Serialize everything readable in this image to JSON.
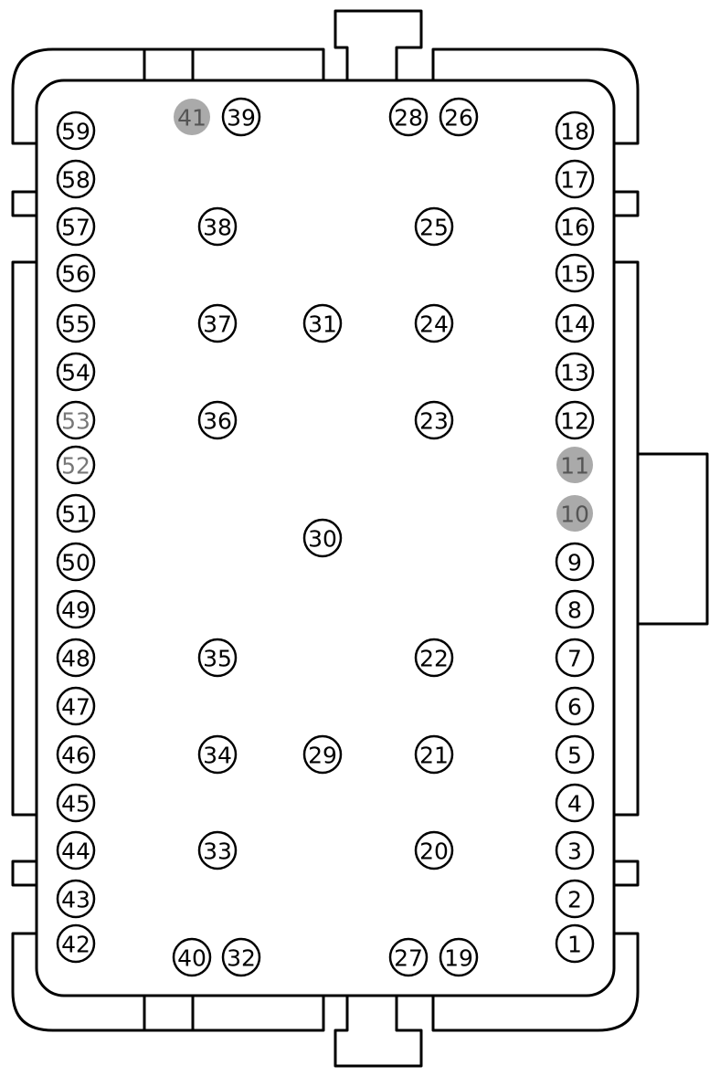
{
  "diagram": {
    "colors": {
      "outline": "#000000",
      "pin_fill": "#ffffff",
      "pin_text": "#000000",
      "unused_fill": "#aaaaaa",
      "unused_text": "#555555",
      "faded_text": "#777777"
    },
    "pins": [
      {
        "label": "1",
        "state": "normal"
      },
      {
        "label": "2",
        "state": "normal"
      },
      {
        "label": "3",
        "state": "normal"
      },
      {
        "label": "4",
        "state": "normal"
      },
      {
        "label": "5",
        "state": "normal"
      },
      {
        "label": "6",
        "state": "normal"
      },
      {
        "label": "7",
        "state": "normal"
      },
      {
        "label": "8",
        "state": "normal"
      },
      {
        "label": "9",
        "state": "normal"
      },
      {
        "label": "10",
        "state": "unused"
      },
      {
        "label": "11",
        "state": "unused"
      },
      {
        "label": "12",
        "state": "normal"
      },
      {
        "label": "13",
        "state": "normal"
      },
      {
        "label": "14",
        "state": "normal"
      },
      {
        "label": "15",
        "state": "normal"
      },
      {
        "label": "16",
        "state": "normal"
      },
      {
        "label": "17",
        "state": "normal"
      },
      {
        "label": "18",
        "state": "normal"
      },
      {
        "label": "19",
        "state": "normal"
      },
      {
        "label": "20",
        "state": "normal"
      },
      {
        "label": "21",
        "state": "normal"
      },
      {
        "label": "22",
        "state": "normal"
      },
      {
        "label": "23",
        "state": "normal"
      },
      {
        "label": "24",
        "state": "normal"
      },
      {
        "label": "25",
        "state": "normal"
      },
      {
        "label": "26",
        "state": "normal"
      },
      {
        "label": "27",
        "state": "normal"
      },
      {
        "label": "28",
        "state": "normal"
      },
      {
        "label": "29",
        "state": "normal"
      },
      {
        "label": "30",
        "state": "normal"
      },
      {
        "label": "31",
        "state": "normal"
      },
      {
        "label": "32",
        "state": "normal"
      },
      {
        "label": "33",
        "state": "normal"
      },
      {
        "label": "34",
        "state": "normal"
      },
      {
        "label": "35",
        "state": "normal"
      },
      {
        "label": "36",
        "state": "normal"
      },
      {
        "label": "37",
        "state": "normal"
      },
      {
        "label": "38",
        "state": "normal"
      },
      {
        "label": "39",
        "state": "normal"
      },
      {
        "label": "40",
        "state": "normal"
      },
      {
        "label": "41",
        "state": "unused"
      },
      {
        "label": "42",
        "state": "normal"
      },
      {
        "label": "43",
        "state": "normal"
      },
      {
        "label": "44",
        "state": "normal"
      },
      {
        "label": "45",
        "state": "normal"
      },
      {
        "label": "46",
        "state": "normal"
      },
      {
        "label": "47",
        "state": "normal"
      },
      {
        "label": "48",
        "state": "normal"
      },
      {
        "label": "49",
        "state": "normal"
      },
      {
        "label": "50",
        "state": "normal"
      },
      {
        "label": "51",
        "state": "normal"
      },
      {
        "label": "52",
        "state": "faded"
      },
      {
        "label": "53",
        "state": "faded"
      },
      {
        "label": "54",
        "state": "normal"
      },
      {
        "label": "55",
        "state": "normal"
      },
      {
        "label": "56",
        "state": "normal"
      },
      {
        "label": "57",
        "state": "normal"
      },
      {
        "label": "58",
        "state": "normal"
      },
      {
        "label": "59",
        "state": "normal"
      }
    ]
  }
}
